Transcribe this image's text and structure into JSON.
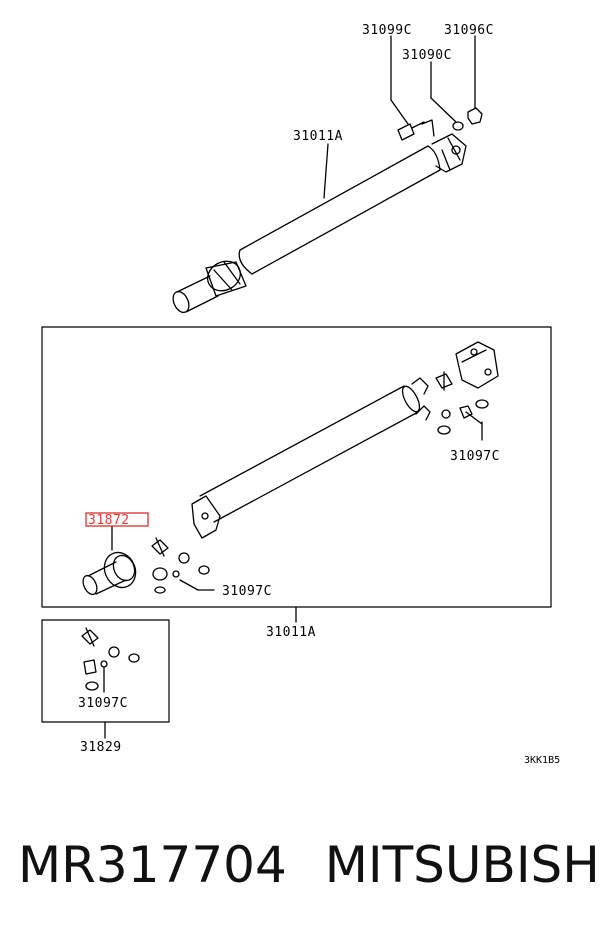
{
  "diagram": {
    "labels": {
      "p31099c": "31099C",
      "p31096c": "31096C",
      "p31090c": "31090C",
      "p31011a_top": "31011A",
      "p31097c_right": "31097C",
      "p31872": "31872",
      "p31097c_left": "31097C",
      "p31011a_box": "31011A",
      "p31097c_small": "31097C",
      "p31829": "31829",
      "ref_code": "3KK1B5"
    },
    "highlight_color": "#e03c3c"
  },
  "caption": {
    "part_number": "MR317704",
    "brand": "MITSUBISHI"
  }
}
